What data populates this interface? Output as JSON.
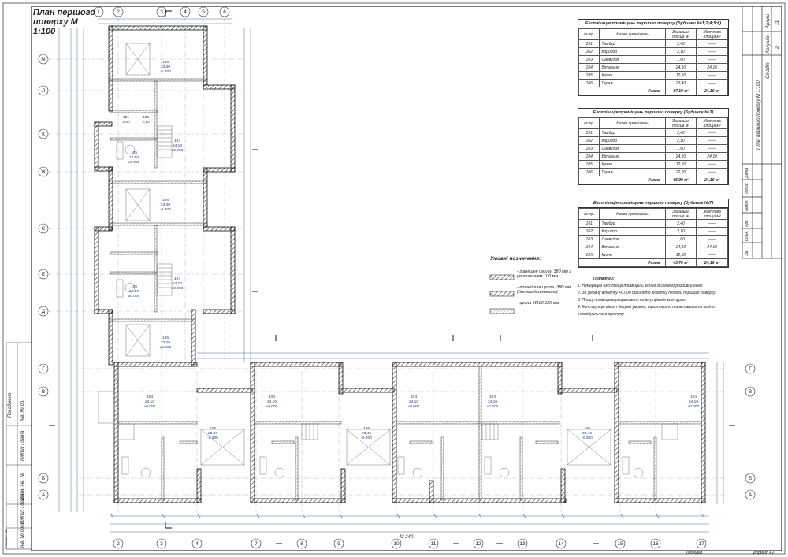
{
  "sheet_title": "План першого поверху М 1:100",
  "scale": "М 1:100",
  "sheet_caption": "План першого поверху  М 1:100",
  "sheet_number": "11",
  "stage": "2",
  "sheet_label": "Аркуш",
  "sheets_label": "Аркушів",
  "stage_label": "Стадія",
  "format_top": "Формат А2",
  "format_bottom": "Формат А2",
  "copied": "Копіював",
  "left_strip": [
    "Погоджено:",
    "Інв. № ориг.",
    "Підпис і дата",
    "Взам. інв. №",
    "Підпис і дата",
    "Інв. № об."
  ],
  "title_block_cols": [
    "Зм.",
    "Кільк.",
    "Арк.",
    "№док.",
    "Підпис",
    "Дата"
  ],
  "legend": {
    "title": "Умовні позначення:",
    "items": [
      {
        "label": "- зовнішня цегла- 380 мм з утепленням 100 мм"
      },
      {
        "label": "- повнотіла цегла -380 мм (для кладки комина)"
      },
      {
        "label": "- цегла М100 120 мм."
      }
    ]
  },
  "notes": {
    "title": "Примітки:",
    "items": [
      "1. Нумерацію експлікації приміщень згідно зі схемою розбивки осей.",
      "2. За умовну відмітку +0.000 прийнято відмітку підлоги першого поверху.",
      "3. Площі приміщень розраховано по внутрішніх контурах.",
      "4. Конструкція вікон і дверей умовна, виготовити та встановити згідно індивідуального проекту."
    ]
  },
  "tables": [
    {
      "caption": "Експлікація приміщень першого поверху (Будинки №1;2;4;5;6)",
      "headers": [
        "№ пр.",
        "Назва приміщень",
        "Загальна площа м²",
        "Житлова площа м²"
      ],
      "rows": [
        [
          "101",
          "Тамбур",
          "2,40",
          "——"
        ],
        [
          "102",
          "Коридор",
          "2,10",
          "——"
        ],
        [
          "103",
          "Санвузол",
          "1,60",
          "——"
        ],
        [
          "104",
          "Вітальня",
          "24,10",
          "24,10"
        ],
        [
          "105",
          "Кухня",
          "12,50",
          "——"
        ],
        [
          "106",
          "Гараж",
          "23,40",
          "——"
        ]
      ],
      "total": [
        "Разом",
        "67,10 м²",
        "24,10 м²"
      ]
    },
    {
      "caption": "Експлікація приміщень першого поверху (Будинок №3)",
      "headers": [
        "№ пр.",
        "Назва приміщень",
        "Загальна площа м²",
        "Житлова площа м²"
      ],
      "rows": [
        [
          "101",
          "Тамбур",
          "2,40",
          "——"
        ],
        [
          "102",
          "Коридор",
          "2,10",
          "——"
        ],
        [
          "103",
          "Санвузол",
          "1,60",
          "——"
        ],
        [
          "104",
          "Вітальня",
          "24,10",
          "24,10"
        ],
        [
          "105",
          "Кухня",
          "12,50",
          "——"
        ],
        [
          "106",
          "Гараж",
          "22,20",
          "——"
        ]
      ],
      "total": [
        "Разом",
        "65,90 м²",
        "24,10 м²"
      ]
    },
    {
      "caption": "Експлікація приміщень першого поверху (будинок №7)",
      "headers": [
        "№ пр.",
        "Назва приміщень",
        "Загальна площа м²",
        "Житлова площа м²"
      ],
      "rows": [
        [
          "101",
          "Тамбур",
          "2,40",
          "——"
        ],
        [
          "102",
          "Коридор",
          "2,10",
          "——"
        ],
        [
          "103",
          "Санвузол",
          "1,60",
          "——"
        ],
        [
          "104",
          "Вітальня",
          "24,10",
          "24,10"
        ],
        [
          "105",
          "Кухня",
          "12,50",
          "——"
        ]
      ],
      "total": [
        "Разом",
        "43,70 м²",
        "24,10 м²"
      ]
    }
  ],
  "axes_top": [
    "1",
    "2",
    "3",
    "4",
    "5",
    "6"
  ],
  "axes_bottom": [
    "2",
    "3",
    "4",
    "7",
    "8",
    "9",
    "10",
    "11",
    "12",
    "13",
    "14",
    "15",
    "16",
    "17"
  ],
  "axes_left_upper": [
    "М",
    "Л",
    "К",
    "Ж",
    "Є",
    "Е",
    "Д"
  ],
  "axes_left_lower": [
    "Г",
    "В",
    "Б",
    "А"
  ],
  "overall_bottom_dim": "43 240",
  "rooms": [
    {
      "num": "106",
      "area": "23,40",
      "level": "-0.300"
    },
    {
      "num": "104",
      "area": "24,10",
      "level": "±0.000"
    },
    {
      "num": "105",
      "area": "12,50",
      "level": "±0.000"
    },
    {
      "num": "101",
      "area": "3,40",
      "level": ""
    },
    {
      "num": "102",
      "area": "2,10",
      "level": ""
    },
    {
      "num": "106",
      "area": "23,40",
      "level": "-0.300"
    },
    {
      "num": "104",
      "area": "24,10",
      "level": "±0.000"
    },
    {
      "num": "105",
      "area": "12,50",
      "level": "±0.000"
    },
    {
      "num": "106",
      "area": "22,20",
      "level": "±0.000"
    },
    {
      "num": "104",
      "area": "24,10",
      "level": "±0.000"
    },
    {
      "num": "106",
      "area": "23,40",
      "level": "-0.300"
    },
    {
      "num": "104",
      "area": "24,10",
      "level": "±0.000"
    },
    {
      "num": "106",
      "area": "23,40",
      "level": "-0.300"
    },
    {
      "num": "104",
      "area": "24,10",
      "level": "±0.000"
    },
    {
      "num": "104",
      "area": "24,10",
      "level": "±0.000"
    },
    {
      "num": "106",
      "area": "23,40",
      "level": "-0.300"
    },
    {
      "num": "104",
      "area": "24,10",
      "level": "±0.000"
    }
  ]
}
